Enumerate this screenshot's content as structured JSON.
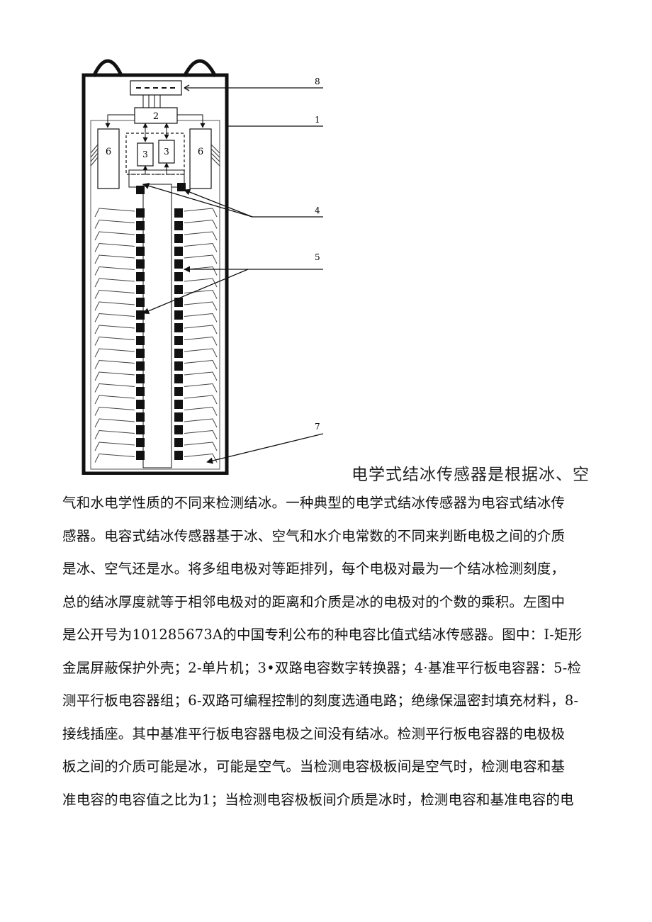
{
  "figure": {
    "callouts": [
      "8",
      "1",
      "4",
      "5",
      "7"
    ],
    "box_labels": {
      "mcu": "2",
      "converter_left": "3",
      "converter_right": "3",
      "selector_left": "6",
      "selector_right": "6"
    }
  },
  "caption_first": "电学式结冰传感器是根据冰、空",
  "paragraph_lines": [
    "气和水电学性质的不同来检测结冰。一种典型的电学式结冰传感器为电容式结冰传",
    "感器。电容式结冰传感器基于冰、空气和水介电常数的不同来判断电极之间的介质",
    "是冰、空气还是水。将多组电极对等距排列，每个电极对最为一个结冰检测刻度，",
    "总的结冰厚度就等于相邻电极对的距离和介质是冰的电极对的个数的乘积。左图中",
    "是公开号为101285673A的中国专利公布的种电容比值式结冰传感器。图中：I-矩形",
    "金属屏蔽保护外壳；2-单片机；3•双路电容数字转换器；4·基准平行板电容器：5-检",
    "测平行板电容器组；6-双路可编程控制的刻度选通电路；绝缘保温密封填充材料，8-",
    "接线插座。其中基准平行板电容器电极之间没有结冰。检测平行板电容器的电极极",
    "板之间的介质可能是冰，可能是空气。当检测电容极板间是空气时，检测电容和基",
    "准电容的电容值之比为1；当检测电容极板间介质是冰时，检测电容和基准电容的电"
  ]
}
